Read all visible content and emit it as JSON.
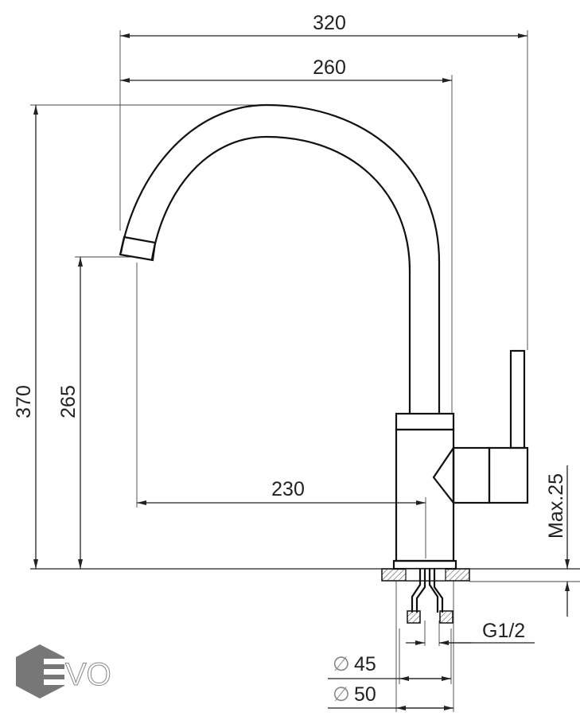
{
  "dimensions": {
    "overall_width": "320",
    "spout_reach": "260",
    "overall_height": "370",
    "spout_height": "265",
    "spout_outlet_distance": "230",
    "max_deck_thickness": "Max.25",
    "connection_thread": "G1/2",
    "body_diameter": "45",
    "base_diameter": "50",
    "diameter_symbol": "∅"
  },
  "logo": {
    "text": "EVO",
    "color": "#777777"
  }
}
